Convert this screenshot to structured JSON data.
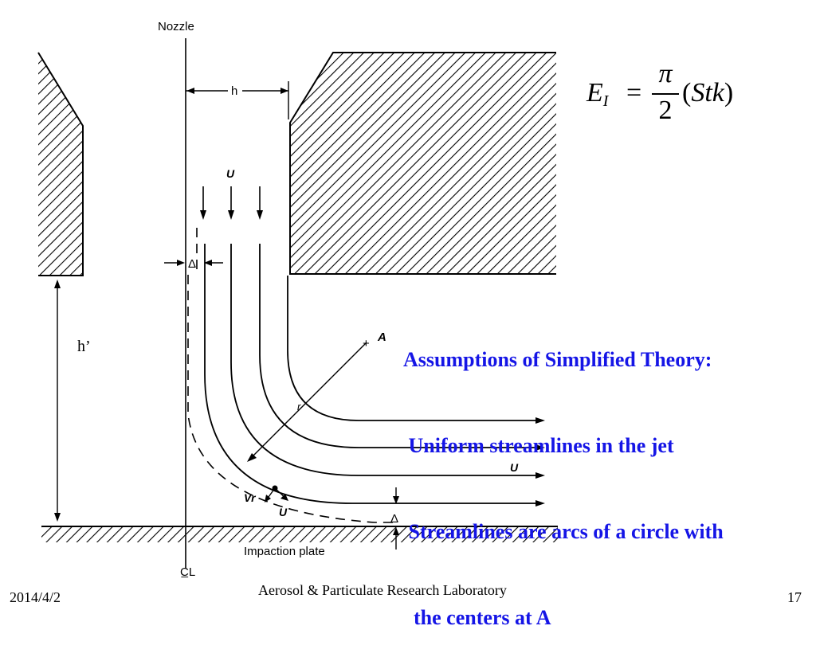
{
  "diagram": {
    "nozzle_label": "Nozzle",
    "h_label": "h",
    "u_label_top": "U",
    "u_label_right": "U",
    "u_label_bottom": "U",
    "vr_label": "Vr",
    "delta_label_left": "Δ",
    "delta_label_bottom": "Δ",
    "a_label": "A",
    "plus_label": "+",
    "r_label": "r",
    "impaction_plate_label": "Impaction plate",
    "centerline_label": "C̲L",
    "h_prime_label": "h’"
  },
  "formula": {
    "lhs": "E",
    "lhs_sub": "I",
    "equals": "=",
    "numerator": "π",
    "denominator": "2",
    "rhs_open": "(",
    "rhs_body": "Stk",
    "rhs_close": ")"
  },
  "assumptions": {
    "title": "Assumptions of Simplified Theory:",
    "line1": " Uniform streamlines in the jet",
    "line2": " Streamlines are arcs of a circle with",
    "line3": "  the centers at A"
  },
  "footer": {
    "date": "2014/4/2",
    "lab": "Aerosol & Particulate Research Laboratory",
    "page": "17"
  },
  "colors": {
    "assumption_text": "#1515e6",
    "line": "#000000"
  }
}
